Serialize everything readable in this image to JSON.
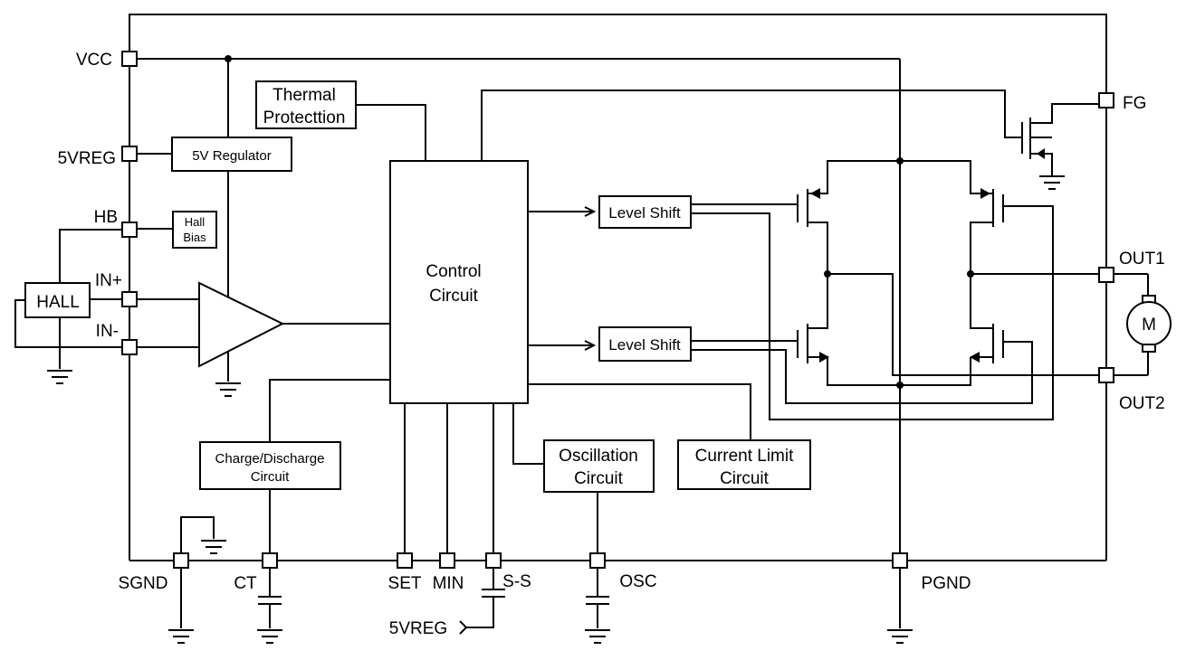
{
  "pins": {
    "vcc": "VCC",
    "vreg5": "5VREG",
    "hb": "HB",
    "in_plus": "IN+",
    "in_minus": "IN-",
    "fg": "FG",
    "out1": "OUT1",
    "out2": "OUT2",
    "sgnd": "SGND",
    "ct": "CT",
    "set": "SET",
    "min": "MIN",
    "ss": "S-S",
    "osc": "OSC",
    "pgnd": "PGND",
    "ext_5vreg": "5VREG"
  },
  "blocks": {
    "thermal_line1": "Thermal",
    "thermal_line2": "Protecttion",
    "regulator": "5V Regulator",
    "hall_bias_line1": "Hall",
    "hall_bias_line2": "Bias",
    "hall": "HALL",
    "control_line1": "Control",
    "control_line2": "Circuit",
    "level_shift_top": "Level Shift",
    "level_shift_bottom": "Level Shift",
    "charge_line1": "Charge/Discharge",
    "charge_line2": "Circuit",
    "osc_line1": "Oscillation",
    "osc_line2": "Circuit",
    "current_line1": "Current Limit",
    "current_line2": "Circuit",
    "motor": "M"
  }
}
